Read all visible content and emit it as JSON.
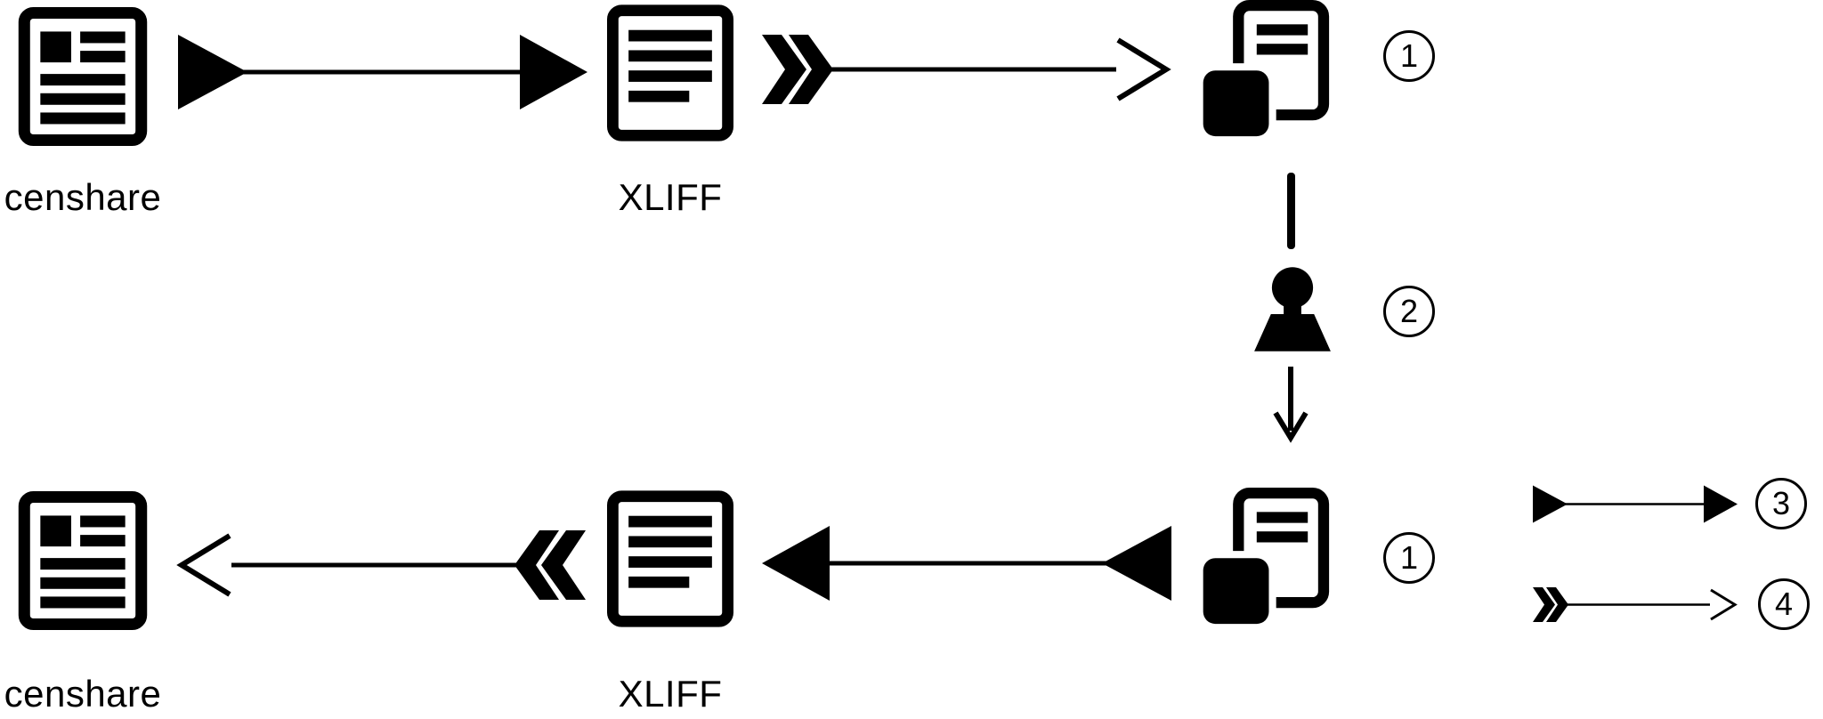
{
  "diagram": {
    "colors": {
      "foreground": "#000000",
      "background": "#ffffff"
    },
    "top_row": {
      "censhare_label": "censhare",
      "xliff_label": "XLIFF",
      "badge": "1"
    },
    "middle": {
      "badge": "2"
    },
    "bottom_row": {
      "censhare_label": "censhare",
      "xliff_label": "XLIFF",
      "badge": "1"
    },
    "legend": {
      "solid_badge": "3",
      "feather_badge": "4"
    },
    "icons": {
      "censhare_document": "document-with-image-and-text-lines",
      "xliff_document": "document-with-text-lines",
      "translated_copy": "document-copy-with-solid-square",
      "person": "person-silhouette",
      "solid_arrow": "filled-tail-filled-head-arrow",
      "feathered_arrow": "fletching-tail-open-head-arrow",
      "down_arrow": "open-head-down-arrow"
    }
  }
}
